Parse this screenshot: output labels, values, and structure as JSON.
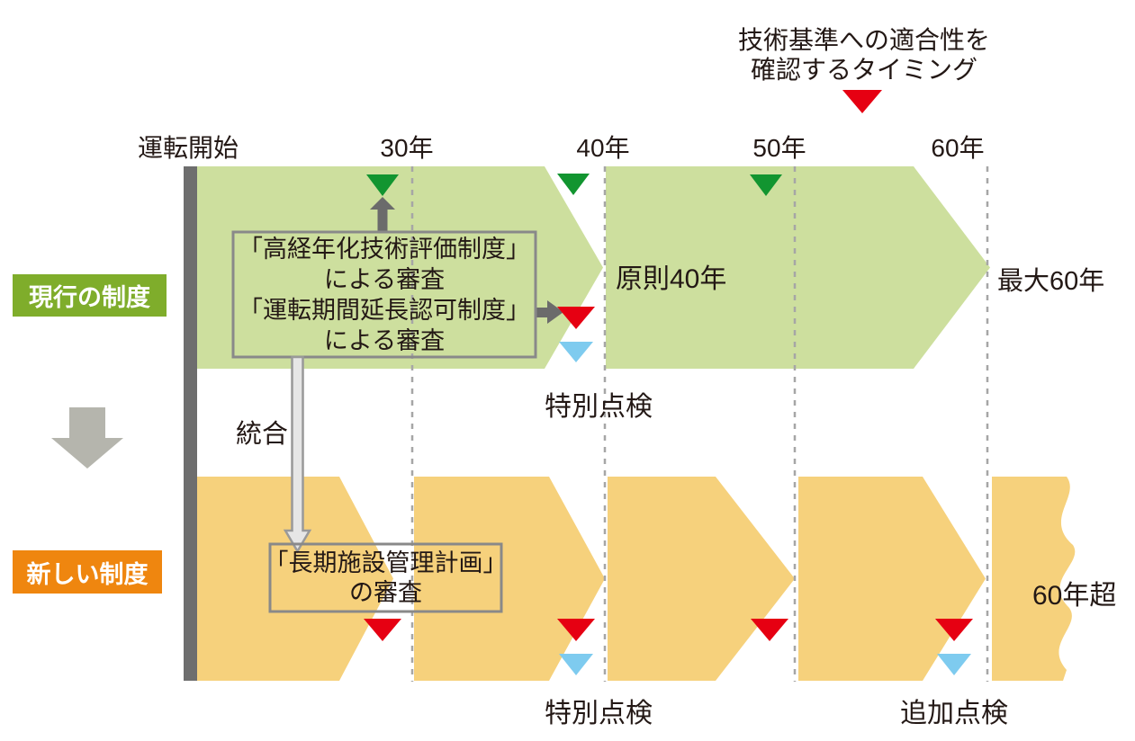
{
  "colors": {
    "band_green": "#CDDF9E",
    "band_orange": "#F6D17C",
    "badge_green": "#7FAD2B",
    "badge_orange": "#EF860F",
    "marker_green": "#129530",
    "marker_red": "#E60012",
    "marker_blue": "#7ECBEF",
    "start_bar_gray": "#6E6E6E",
    "arrow_gray": "#6B6B6B",
    "big_arrow_gray": "#B5B5AD",
    "integration_arrow_fill": "#E6E6E6",
    "integration_arrow_stroke": "#999999",
    "box_border_gray": "#898989",
    "dashed_line_gray": "#A6A6A6",
    "text_black": "#231815"
  },
  "legend": {
    "line1": "技術基準への適合性を",
    "line2": "確認するタイミング",
    "marker_name": "red-triangle"
  },
  "timeline": {
    "start_label": "運転開始",
    "ticks": [
      "30年",
      "40年",
      "50年",
      "60年"
    ]
  },
  "current_system": {
    "badge": "現行の制度",
    "review_box_lines": [
      "「高経年化技術評価制度」",
      "による審査",
      "「運転期間延長認可制度」",
      "による審査"
    ],
    "principle_label": "原則40年",
    "max_label": "最大60年",
    "special_inspection_label": "特別点検"
  },
  "transition": {
    "integration_label": "統合"
  },
  "new_system": {
    "badge": "新しい制度",
    "review_box_lines": [
      "「長期施設管理計画」",
      "の審査"
    ],
    "over60_label": "60年超",
    "special_inspection_label": "特別点検",
    "additional_inspection_label": "追加点検"
  }
}
